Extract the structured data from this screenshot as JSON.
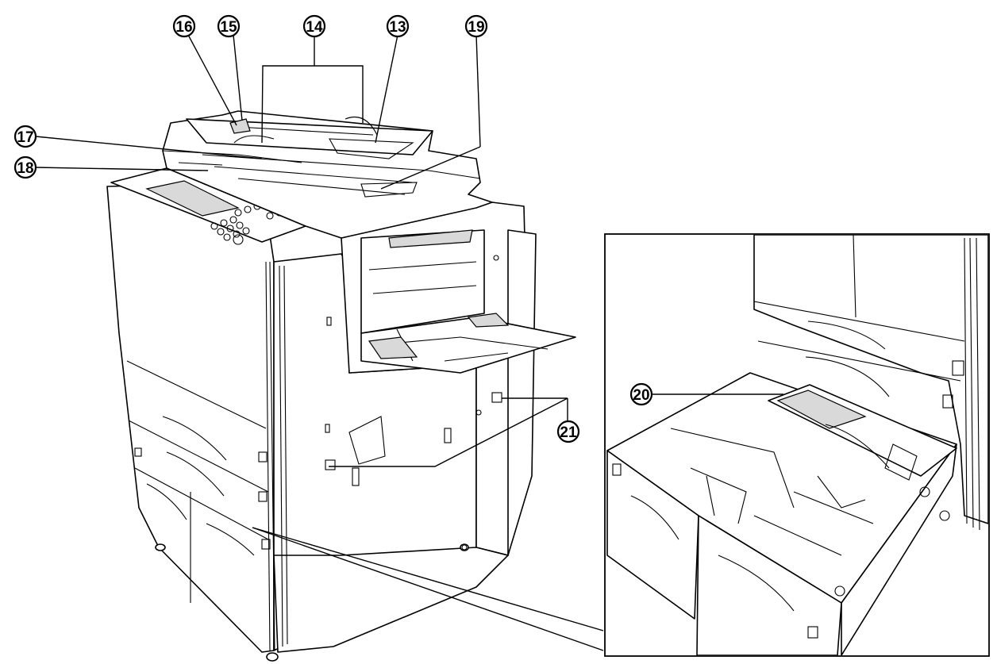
{
  "callouts": [
    {
      "id": "16",
      "label": "⑯"
    },
    {
      "id": "15",
      "label": "⑮"
    },
    {
      "id": "14",
      "label": "⑭"
    },
    {
      "id": "13",
      "label": "⑬"
    },
    {
      "id": "19",
      "label": "⑲"
    },
    {
      "id": "17",
      "label": "⑰"
    },
    {
      "id": "18",
      "label": "⑱"
    },
    {
      "id": "20",
      "label": "⑳"
    },
    {
      "id": "21",
      "label": "㉑"
    }
  ]
}
